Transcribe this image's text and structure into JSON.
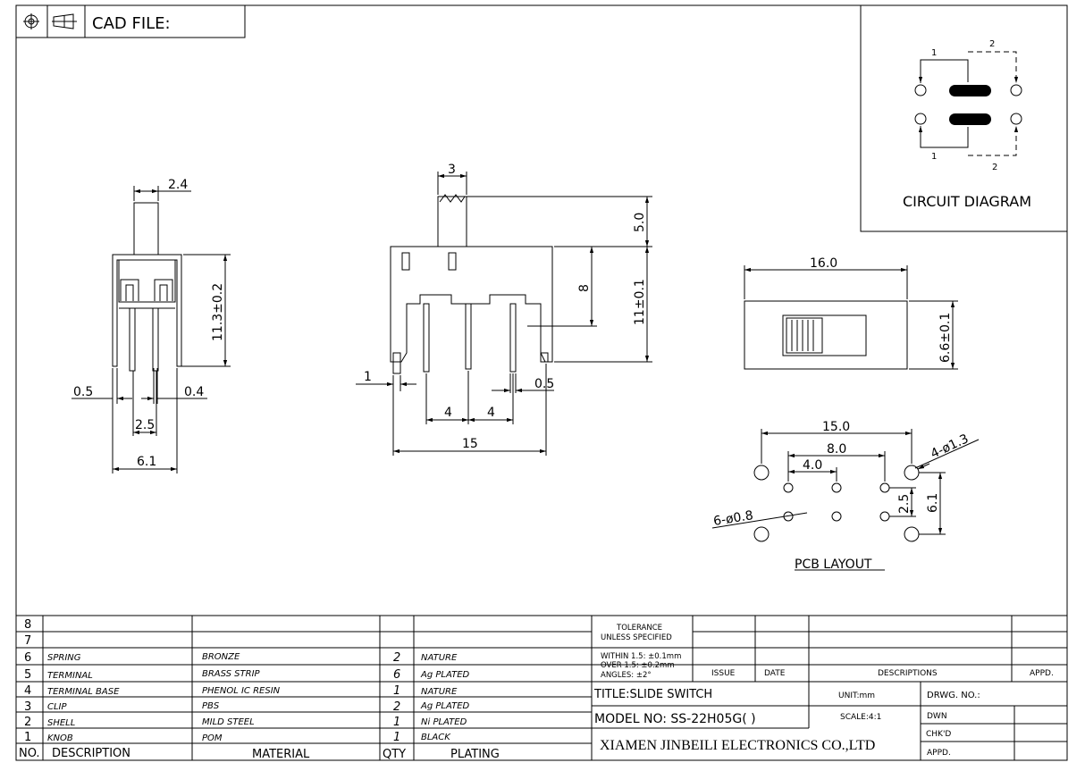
{
  "header": {
    "cad_label": "CAD FILE:"
  },
  "side_view": {
    "pin_width": "2.4",
    "height": "11.3±0.2",
    "left_pin": "0.5",
    "right_pin": "0.4",
    "pitch": "2.5",
    "width": "6.1"
  },
  "front_view": {
    "knob_width": "3",
    "knob_height": "5.0",
    "inner_height": "8",
    "body_height": "11±0.1",
    "pin_width": "1",
    "pin_thickness": "0.5",
    "pitch_left": "4",
    "pitch_right": "4",
    "total_width": "15"
  },
  "top_view": {
    "length": "16.0",
    "width": "6.6±0.1"
  },
  "circuit": {
    "title": "CIRCUIT DIAGRAM",
    "label_1_top": "1",
    "label_2_top": "2",
    "label_1_bottom": "1",
    "label_2_bottom": "2"
  },
  "pcb": {
    "title": "PCB LAYOUT",
    "span_outer": "15.0",
    "span_mid": "8.0",
    "span_inner": "4.0",
    "big_hole": "4-ø1.3",
    "small_hole": "6-ø0.8",
    "pitch_v": "2.5",
    "span_v": "6.1"
  },
  "bom": {
    "empty_rows": [
      "8",
      "7"
    ],
    "rows": [
      {
        "no": "6",
        "desc": "SPRING",
        "material": "BRONZE",
        "qty": "2",
        "plating": "NATURE"
      },
      {
        "no": "5",
        "desc": "TERMINAL",
        "material": "BRASS STRIP",
        "qty": "6",
        "plating": "Ag PLATED"
      },
      {
        "no": "4",
        "desc": "TERMINAL BASE",
        "material": "PHENOL IC RESIN",
        "qty": "1",
        "plating": "NATURE"
      },
      {
        "no": "3",
        "desc": "CLIP",
        "material": "PBS",
        "qty": "2",
        "plating": "Ag PLATED"
      },
      {
        "no": "2",
        "desc": "SHELL",
        "material": "MILD STEEL",
        "qty": "1",
        "plating": "Ni PLATED"
      },
      {
        "no": "1",
        "desc": "KNOB",
        "material": "POM",
        "qty": "1",
        "plating": "BLACK"
      }
    ],
    "headers": {
      "no": "NO.",
      "desc": "DESCRIPTION",
      "material": "MATERIAL",
      "qty": "QTY",
      "plating": "PLATING"
    }
  },
  "title_block": {
    "tolerance_1": "TOLERANCE",
    "tolerance_2": "UNLESS SPECIFIED",
    "within": "WITHIN 1.5: ±0.1mm",
    "over": "OVER 1.5:  ±0.2mm",
    "angles": "ANGLES: ±2°",
    "issue": "ISSUE",
    "date": "DATE",
    "descriptions": "DESCRIPTIONS",
    "appd": "APPD.",
    "title": "TITLE:SLIDE SWITCH",
    "unit": "UNIT:mm",
    "drwg": "DRWG. NO.:",
    "model": "MODEL NO: SS-22H05G( )",
    "scale": "SCALE:4:1",
    "dwn": "DWN",
    "company": "XIAMEN JINBEILI ELECTRONICS CO.,LTD",
    "chkd": "CHK'D",
    "appd2": "APPD."
  }
}
